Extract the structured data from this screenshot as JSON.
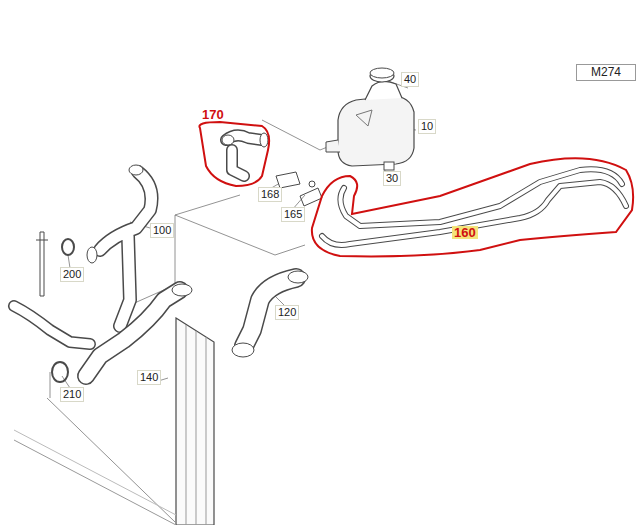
{
  "diagram": {
    "labels": [
      "M274",
      "40",
      "170",
      "10",
      "168",
      "165",
      "30",
      "160",
      "100",
      "200",
      "120",
      "210",
      "140"
    ]
  }
}
